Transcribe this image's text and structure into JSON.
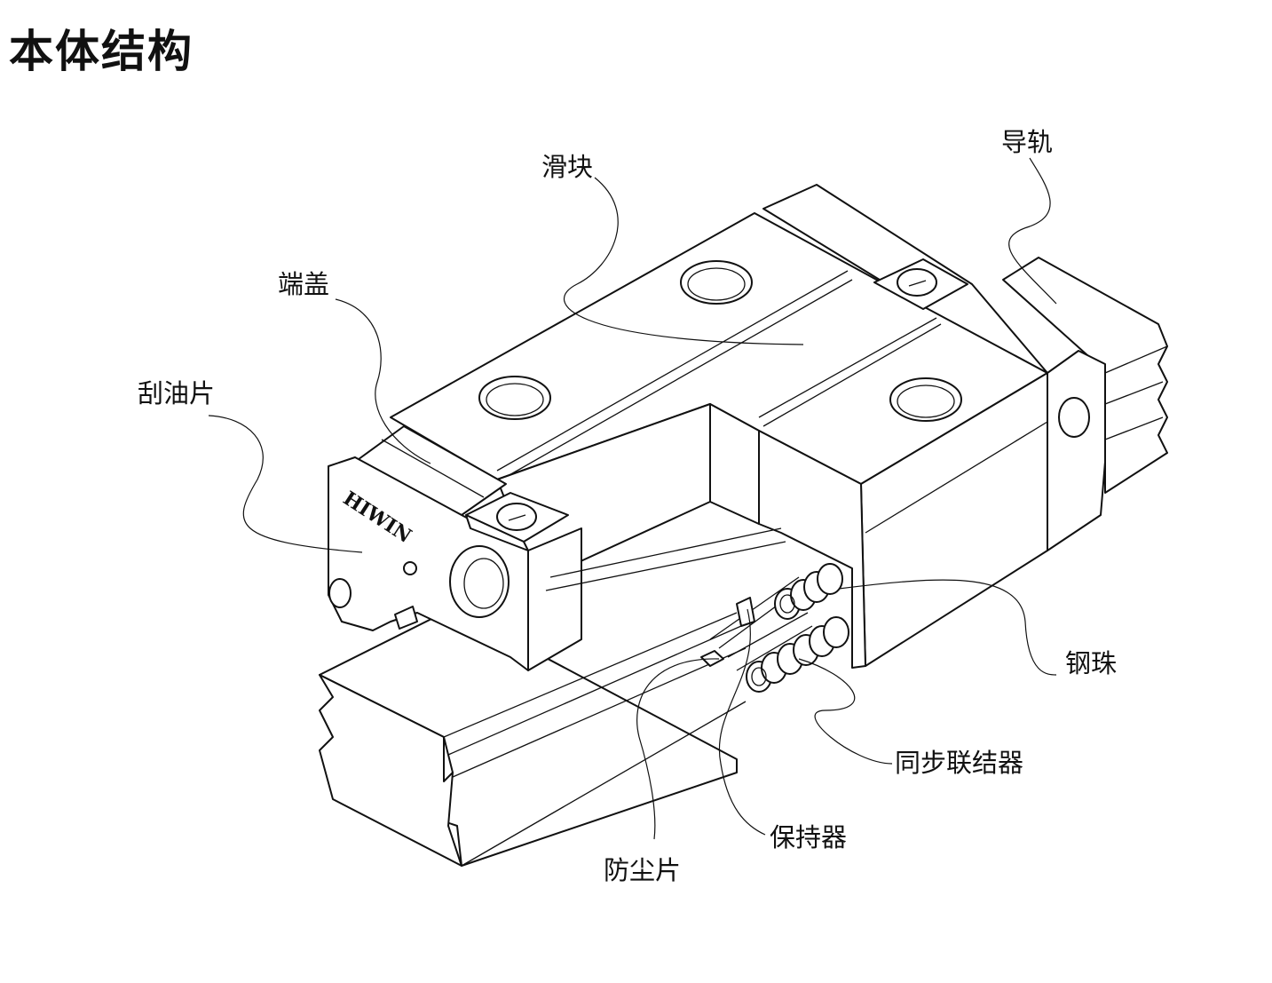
{
  "title": "本体结构",
  "logo_text": "HIWIN",
  "labels": {
    "slider": "滑块",
    "rail": "导轨",
    "end_cap": "端盖",
    "wiper": "刮油片",
    "steel_ball": "钢珠",
    "sync_coupler": "同步联结器",
    "retainer": "保持器",
    "dust_strip": "防尘片"
  }
}
